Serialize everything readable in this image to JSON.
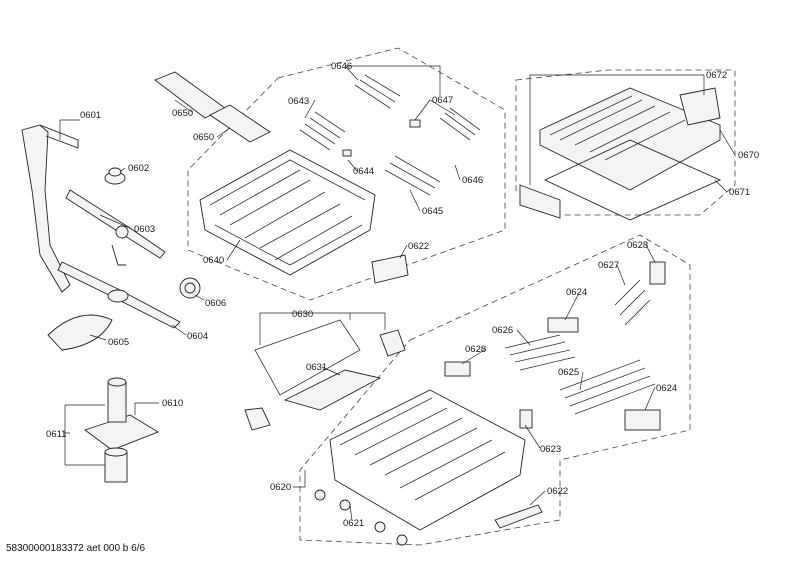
{
  "footer_text": "58300000183372 aet 000 b 6/6",
  "labels": {
    "p0601": "0601",
    "p0602": "0602",
    "p0603": "0603",
    "p0604": "0604",
    "p0605": "0605",
    "p0606": "0606",
    "p0610": "0610",
    "p0611": "0611",
    "p0620": "0620",
    "p0621": "0621",
    "p0622a": "0622",
    "p0622b": "0622",
    "p0623": "0623",
    "p0624a": "0624",
    "p0624b": "0624",
    "p0625": "0625",
    "p0626": "0626",
    "p0627": "0627",
    "p0628a": "0628",
    "p0628b": "0628",
    "p0630": "0630",
    "p0631": "0631",
    "p0640": "0640",
    "p0643": "0643",
    "p0644": "0644",
    "p0645": "0645",
    "p0646a": "0646",
    "p0646b": "0646",
    "p0647": "0647",
    "p0650a": "0650",
    "p0650b": "0650",
    "p0670": "0670",
    "p0671": "0671",
    "p0672": "0672"
  }
}
